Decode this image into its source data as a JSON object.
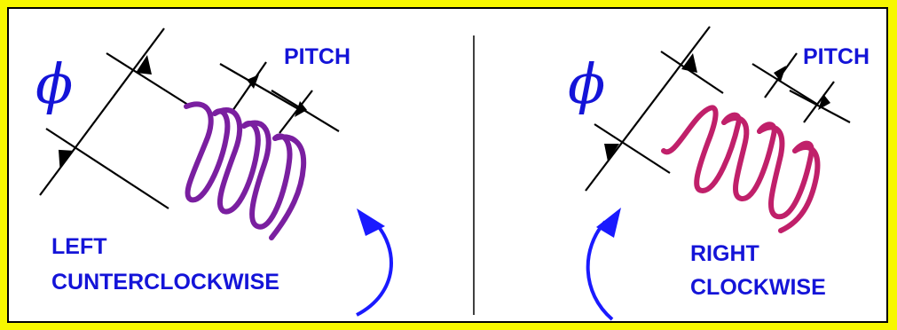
{
  "colors": {
    "background_outer": "#f7f700",
    "panel": "#ffffff",
    "label_text": "#1414d8",
    "left_coil": "#7a1fa0",
    "right_coil": "#c0206a",
    "rotation_arrow": "#1a1aff",
    "dimension_lines": "#000000"
  },
  "left_panel": {
    "diameter_symbol": "ϕ",
    "pitch_label": "PITCH",
    "hand_label_line1": "LEFT",
    "hand_label_line2": "CUNTERCLOCKWISE",
    "rotation": "counterclockwise"
  },
  "right_panel": {
    "diameter_symbol": "ϕ",
    "pitch_label": "PITCH",
    "hand_label_line1": "RIGHT",
    "hand_label_line2": "CLOCKWISE",
    "rotation": "clockwise"
  },
  "icons": {
    "left_coil": "left-hand-helix-icon",
    "right_coil": "right-hand-helix-icon",
    "left_arrow": "curved-arrow-up-left-icon",
    "right_arrow": "curved-arrow-up-right-icon"
  }
}
